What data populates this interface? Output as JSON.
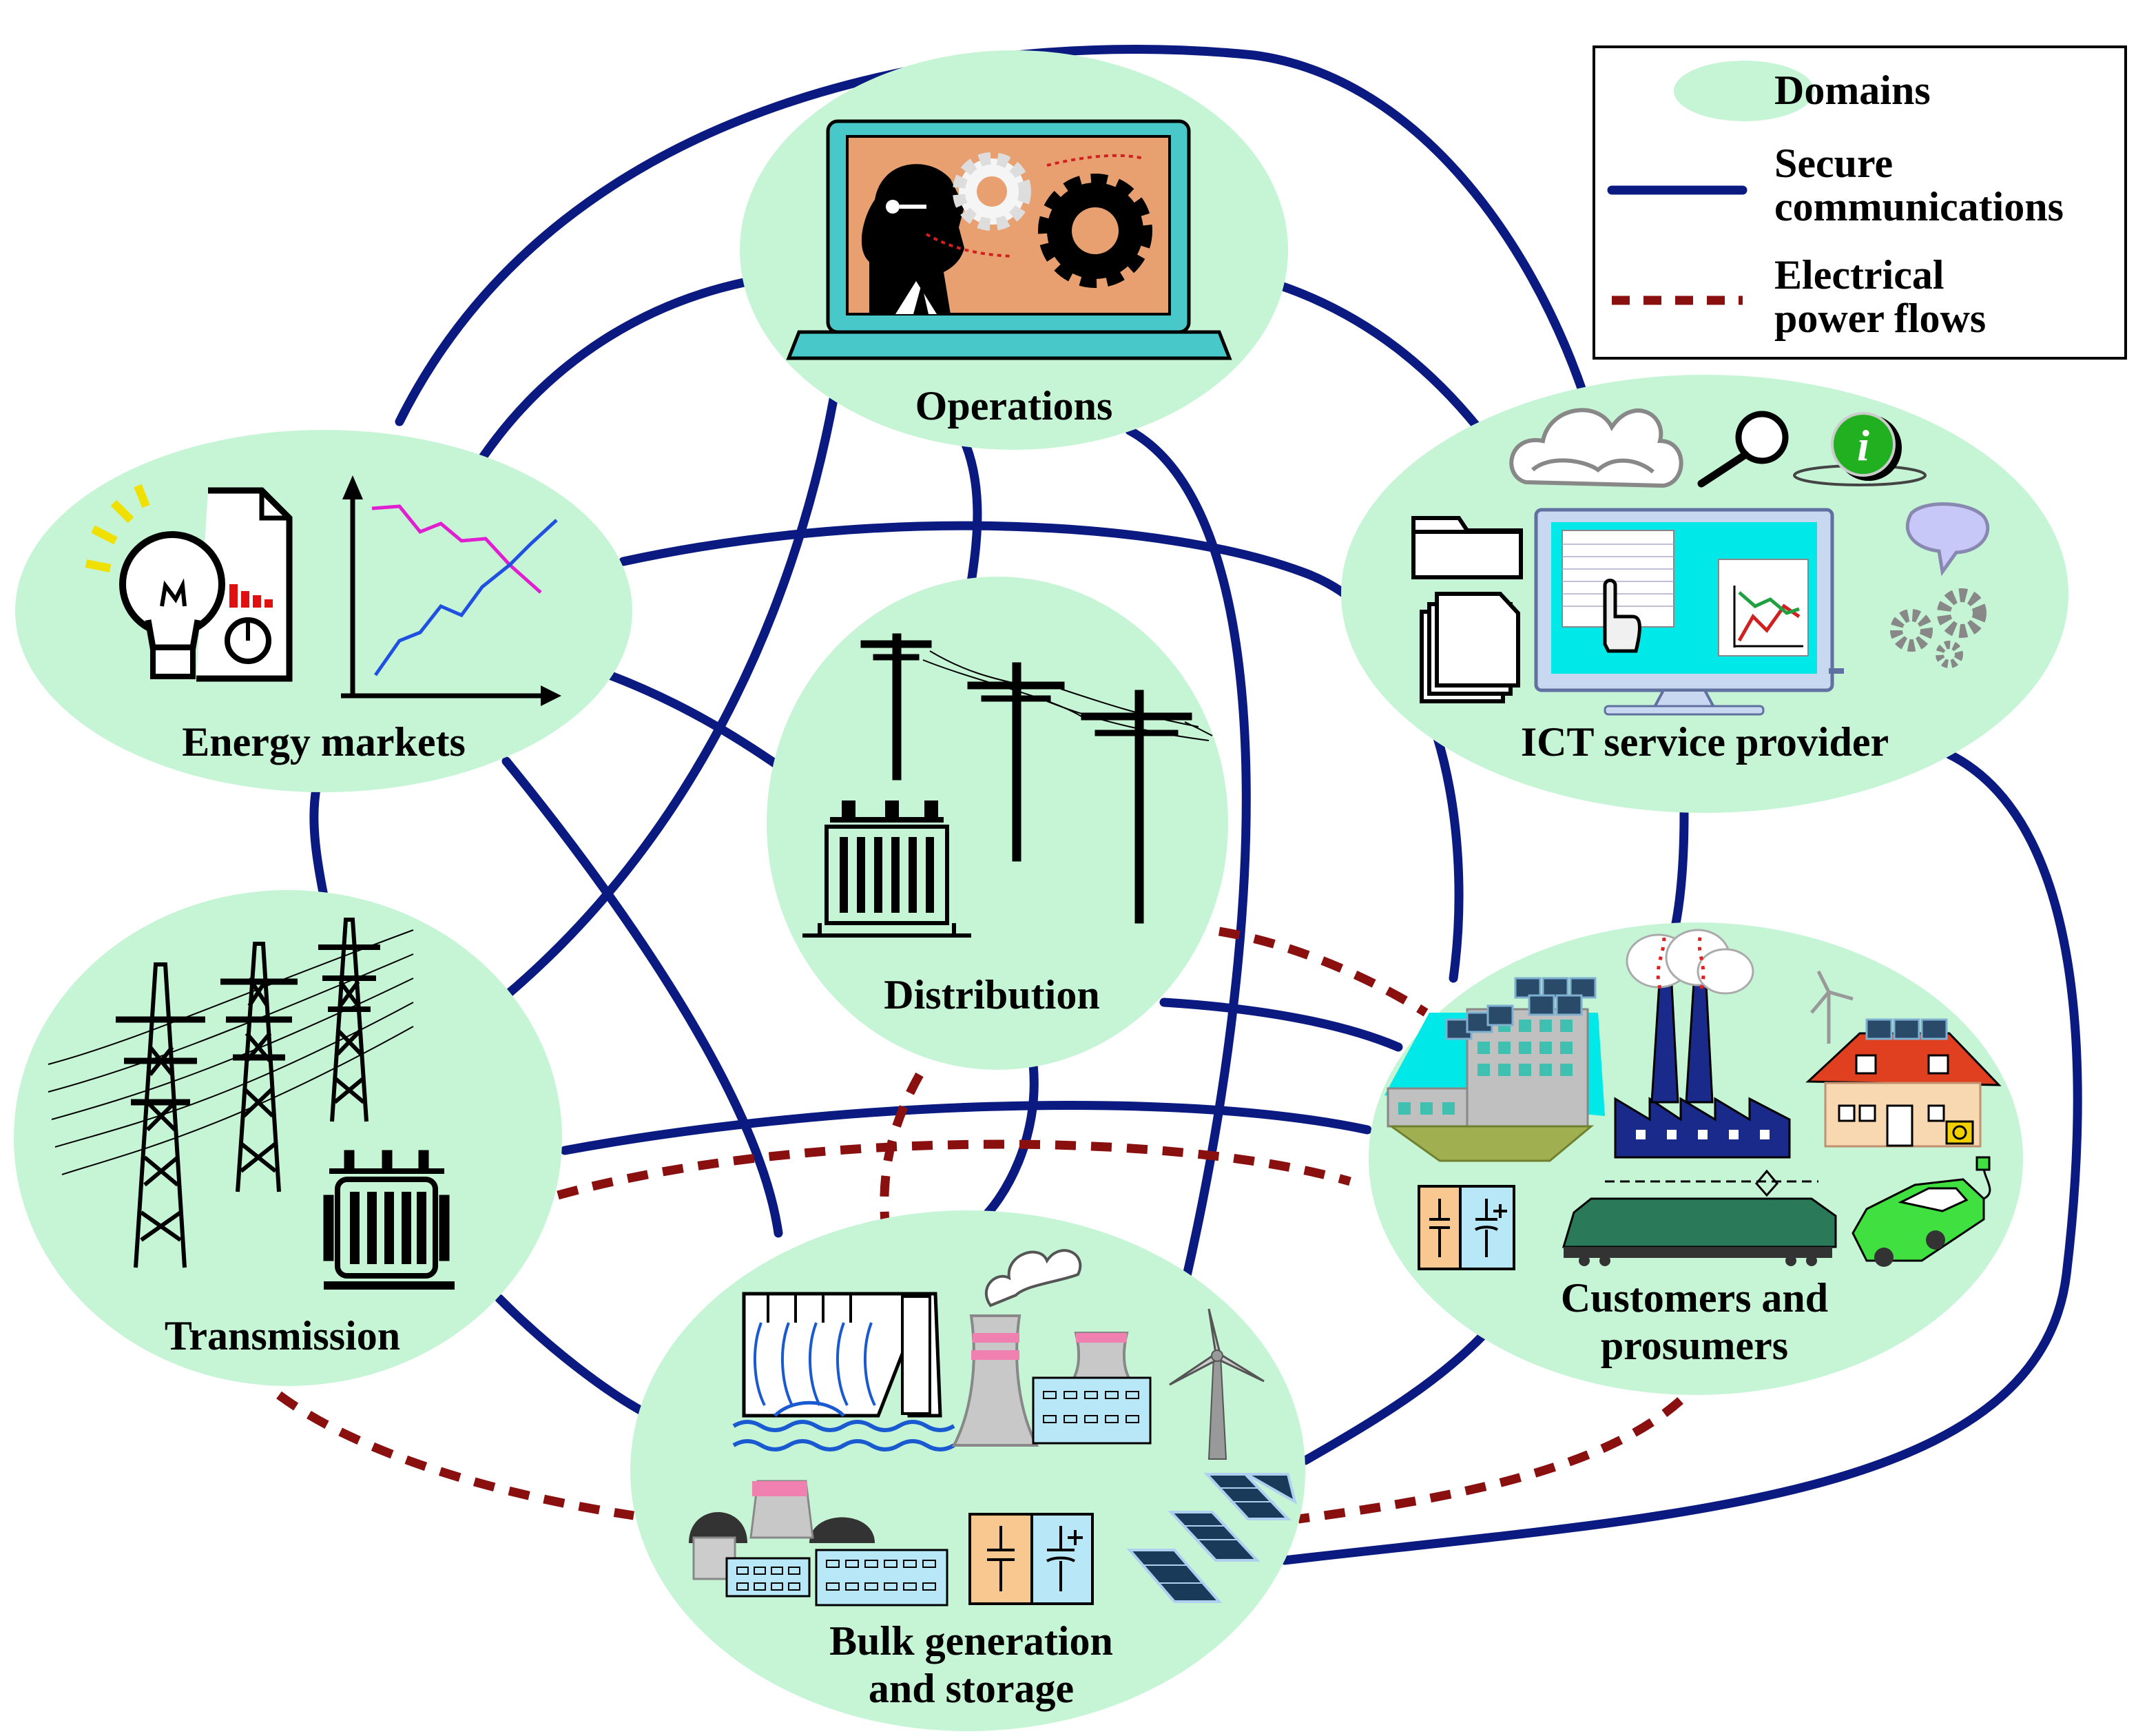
{
  "legend": {
    "domains": "Domains",
    "secure_line1": "Secure",
    "secure_line2": "communications",
    "electrical_line1": "Electrical",
    "electrical_line2": "power flows"
  },
  "domains": {
    "operations": "Operations",
    "energy_markets": "Energy markets",
    "ict": "ICT service provider",
    "distribution": "Distribution",
    "transmission": "Transmission",
    "customers_line1": "Customers and",
    "customers_line2": "prosumers",
    "bulk_line1": "Bulk generation",
    "bulk_line2": "and storage"
  },
  "colors": {
    "domain_fill": "#c6f5d6",
    "secure_line": "#0b1a80",
    "power_flow": "#8a1010",
    "laptop_frame": "#48c8c8",
    "laptop_screen": "#e8a070",
    "monitor_screen": "#00e8e8",
    "chart_magenta": "#e020d0",
    "chart_blue": "#2050e0",
    "factory_blue": "#1a2a8a",
    "house_roof": "#e04020",
    "house_wall": "#f8d8b0",
    "car_green": "#40e040",
    "storage_orange": "#f8c890",
    "storage_blue": "#b8e8f8",
    "pink_band": "#f080b0",
    "solar_navy": "#1a3a5a"
  },
  "icons": [
    "laptop-icon",
    "lightbulb-icon",
    "chart-icon",
    "cloud-icon",
    "magnifier-icon",
    "info-icon",
    "folder-icon",
    "documents-icon",
    "monitor-icon",
    "speech-bubble-icon",
    "gears-icon",
    "utility-pole-icon",
    "transformer-icon",
    "pylon-icon",
    "building-icon",
    "factory-icon",
    "house-icon",
    "storage-icon",
    "train-icon",
    "electric-car-icon",
    "dam-icon",
    "cooling-tower-icon",
    "wind-turbine-icon",
    "nuclear-plant-icon",
    "solar-panel-icon"
  ]
}
